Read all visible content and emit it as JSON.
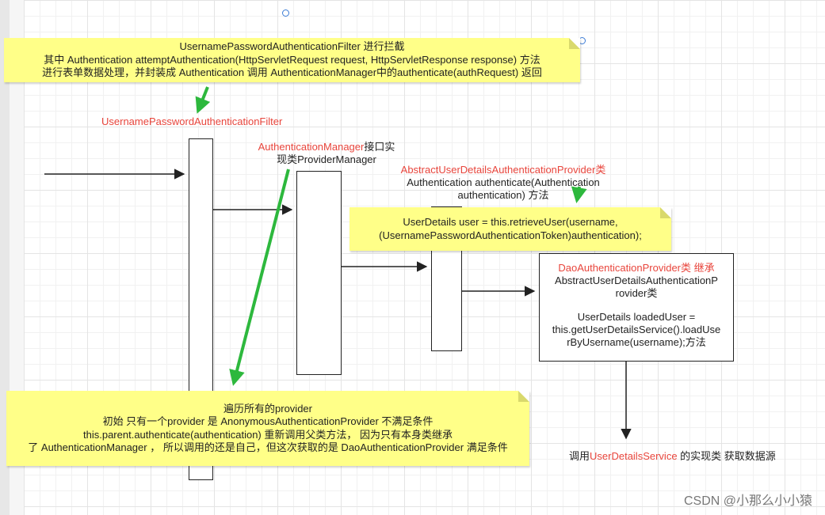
{
  "note_top": {
    "lines": [
      "UsernamePasswordAuthenticationFilter 进行拦截",
      "其中 Authentication attemptAuthentication(HttpServletRequest request, HttpServletResponse response)   方法",
      "进行表单数据处理，并封装成 Authentication 调用 AuthenticationManager中的authenticate(authRequest)  返回"
    ]
  },
  "filter_label": "UsernamePasswordAuthenticationFilter",
  "manager_label": {
    "red": "AuthenticationManager",
    "rest1": "接口实",
    "line2": "现类ProviderManager"
  },
  "abstract_label": {
    "red": "AbstractUserDetailsAuthenticationProvider类",
    "line2": "Authentication authenticate(Authentication",
    "line3": "authentication) 方法"
  },
  "note_retrieve": {
    "line1": "UserDetails  user = this.retrieveUser(username,",
    "line2": "(UsernamePasswordAuthenticationToken)authentication);"
  },
  "dao_box": {
    "red": "DaoAuthenticationProvider类 继承",
    "line2": "AbstractUserDetailsAuthenticationP",
    "line3": "rovider类",
    "line4": "UserDetails loadedUser =",
    "line5": "this.getUserDetailsService().loadUse",
    "line6": "rByUsername(username);方法"
  },
  "note_bottom": {
    "lines": [
      "遍历所有的provider",
      "初始 只有一个provider 是 AnonymousAuthenticationProvider 不满足条件",
      "this.parent.authenticate(authentication) 重新调用父类方法， 因为只有本身类继承",
      "了 AuthenticationManager ， 所以调用的还是自己，但这次获取的是 DaoAuthenticationProvider  满足条件"
    ]
  },
  "service_label": {
    "pre": "调用",
    "red": "UserDetailsService",
    "post": " 的实现类 获取数据源"
  },
  "watermark": "CSDN @小那么小小猿",
  "colors": {
    "note": "#ffff88",
    "red_text": "#e8453c",
    "green_arrow": "#2db83d",
    "line": "#222222"
  }
}
